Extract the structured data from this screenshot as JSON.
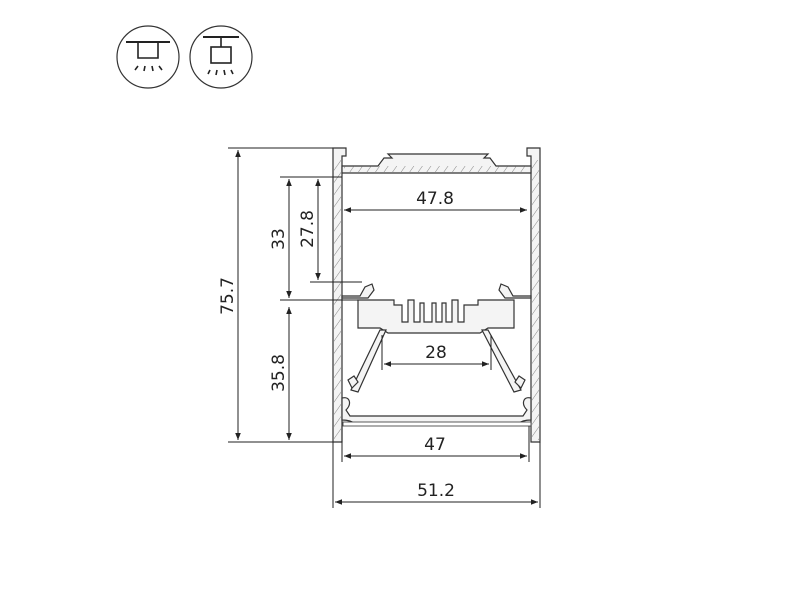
{
  "icons": [
    {
      "name": "surface-mount-light-icon"
    },
    {
      "name": "suspended-light-icon"
    }
  ],
  "dimensions": {
    "total_height": "75.7",
    "upper_height": "33",
    "upper_inner_height": "27.8",
    "lower_height": "35.8",
    "inner_width_top": "47.8",
    "led_board_width": "28",
    "diffuser_width": "47",
    "outer_width": "51.2"
  },
  "colors": {
    "line": "#222222",
    "profile_fill": "#f4f4f4"
  }
}
